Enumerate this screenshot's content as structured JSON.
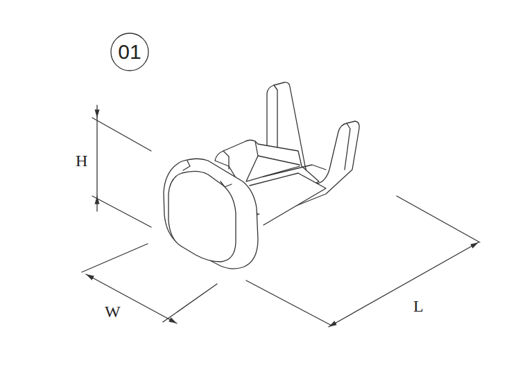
{
  "diagram": {
    "nodes": [
      {
        "text": [
          "01"
        ]
      }
    ],
    "labels": [
      "H",
      "W",
      "L"
    ]
  }
}
